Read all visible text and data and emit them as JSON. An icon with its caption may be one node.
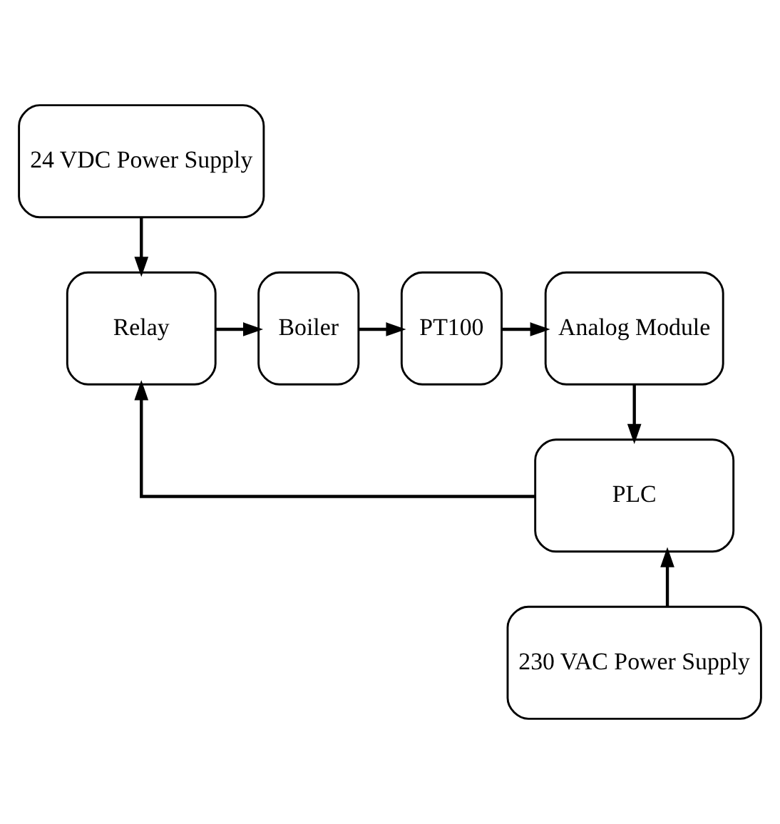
{
  "diagram": {
    "nodes": [
      {
        "text": [
          "24 VDC Power Supply"
        ]
      },
      {
        "text": [
          "Relay"
        ]
      },
      {
        "text": [
          "Boiler"
        ]
      },
      {
        "text": [
          "PT100"
        ]
      },
      {
        "text": [
          "Analog Module"
        ]
      },
      {
        "text": [
          "PLC"
        ]
      },
      {
        "text": [
          "230 VAC Power Supply"
        ]
      }
    ],
    "edges": [
      {
        "from": 0,
        "to": 1,
        "arrow": "to"
      },
      {
        "from": 1,
        "to": 2,
        "arrow": "to"
      },
      {
        "from": 2,
        "to": 3,
        "arrow": "to"
      },
      {
        "from": 3,
        "to": 4,
        "arrow": "to"
      },
      {
        "from": 4,
        "to": 5,
        "arrow": "to"
      },
      {
        "from": 5,
        "to": 1,
        "arrow": "to"
      },
      {
        "from": 6,
        "to": 5,
        "arrow": "to"
      }
    ]
  }
}
